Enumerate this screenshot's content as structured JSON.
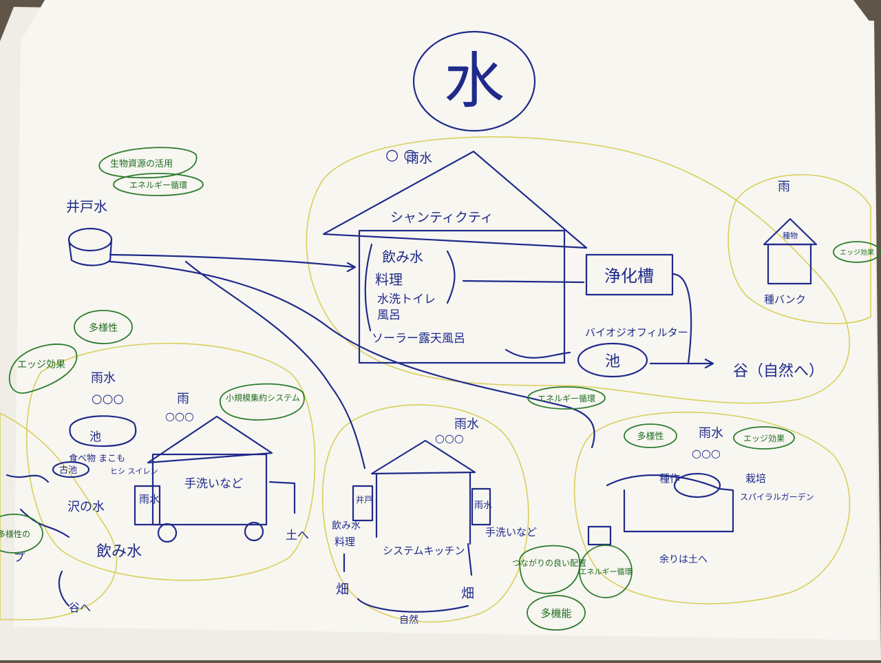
{
  "diagram": {
    "title": "水",
    "main_house": {
      "rain": "雨水",
      "roof_label": "シャンティクティ",
      "uses": [
        "飲み水",
        "料理",
        "水洗トイレ",
        "風呂"
      ],
      "solar_bath": "ソーラー露天風呂"
    },
    "well": "井戸水",
    "purifier": "浄化槽",
    "biogeo_filter": "バイオジオフィルター",
    "pond": "池",
    "valley": "谷（自然へ）",
    "seed_bank": {
      "rain": "雨",
      "roof": "種物",
      "label": "種バンク"
    },
    "left_area": {
      "rain": "雨水",
      "pond": "池",
      "creatures": "食べ物 まこも",
      "second_pond": "古池",
      "notes": "ヒシ スイレン",
      "stream_water": "沢の水",
      "drinking": "飲み水",
      "to_valley": "谷へ",
      "ramp": "プ"
    },
    "cart_house": {
      "rain": "雨",
      "body": "手洗いなど",
      "tank": "雨水",
      "to_soil": "土へ"
    },
    "kitchen": {
      "rain": "雨水",
      "left_tank": "井戸",
      "right_tank": "雨水",
      "cooking": [
        "飲み水",
        "料理"
      ],
      "system_kitchen": "システムキッチン",
      "handwash": "手洗いなど",
      "field_left": "畑",
      "field_right": "畑",
      "nature": "自然"
    },
    "right_house": {
      "rain": "雨水",
      "vehicle": "種作",
      "farming": "栽培",
      "spiral": "スパイラルガーデン",
      "to_soil": "余りは土へ"
    },
    "green_tags": {
      "bio_use": "生物資源の活用",
      "energy_cycle_top": "エネルギー循環",
      "edge_effect_top": "エッジ効果",
      "edge_effect_left": "エッジ効果",
      "diversity_left": "多様性",
      "small_scale": "小規模集約システム",
      "energy_cycle_mid": "エネルギー循環",
      "diversity_right": "多様性",
      "edge_effect_right": "エッジ効果",
      "good_relations": "つながりの良い配置",
      "energy_cycle_bottom": "エネルギー循環",
      "multi_function": "多機能",
      "left_partial": "多様性の"
    }
  }
}
